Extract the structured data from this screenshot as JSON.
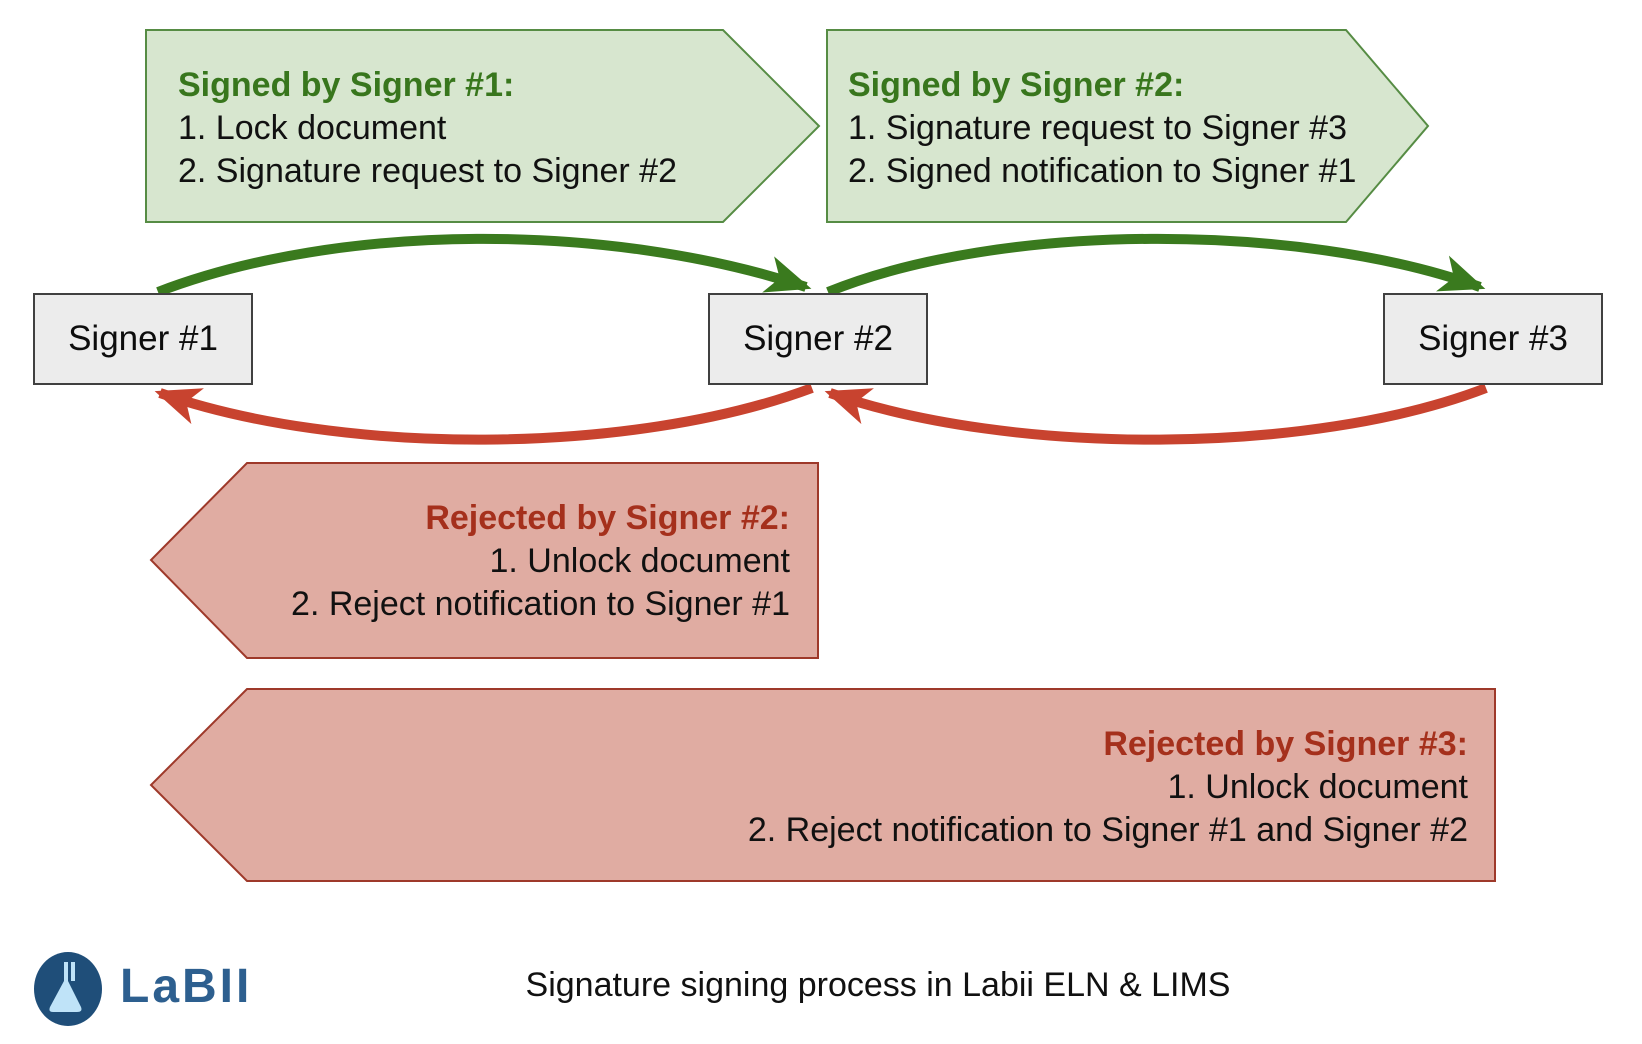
{
  "signed_steps": [
    {
      "title": "Signed by Signer #1:",
      "items": [
        "1. Lock document",
        "2. Signature request to Signer #2"
      ]
    },
    {
      "title": "Signed by Signer #2:",
      "items": [
        "1. Signature request to Signer #3",
        "2. Signed notification to Signer #1"
      ]
    }
  ],
  "rejected_steps": [
    {
      "title": "Rejected by Signer #2:",
      "items": [
        "1. Unlock document",
        "2. Reject notification to Signer #1"
      ]
    },
    {
      "title": "Rejected by Signer #3:",
      "items": [
        "1. Unlock document",
        "2. Reject notification to Signer #1 and Signer #2"
      ]
    }
  ],
  "signers": [
    "Signer #1",
    "Signer #2",
    "Signer #3"
  ],
  "footer": {
    "brand": "LaBII",
    "caption": "Signature signing process in Labii ELN & LIMS"
  },
  "colors": {
    "signed_fill": "#d7e6cf",
    "signed_border": "#568c44",
    "signed_title": "#38761d",
    "rejected_fill": "#e0aca2",
    "rejected_border": "#9e392a",
    "rejected_title": "#a5301c",
    "arrow_forward": "#3a7a1e",
    "arrow_backward": "#c8432f",
    "signer_fill": "#ececec",
    "signer_border": "#404040",
    "brand_blue": "#2d5f8f",
    "logo_navy": "#1f4e79",
    "logo_flask": "#bfe3f8"
  }
}
